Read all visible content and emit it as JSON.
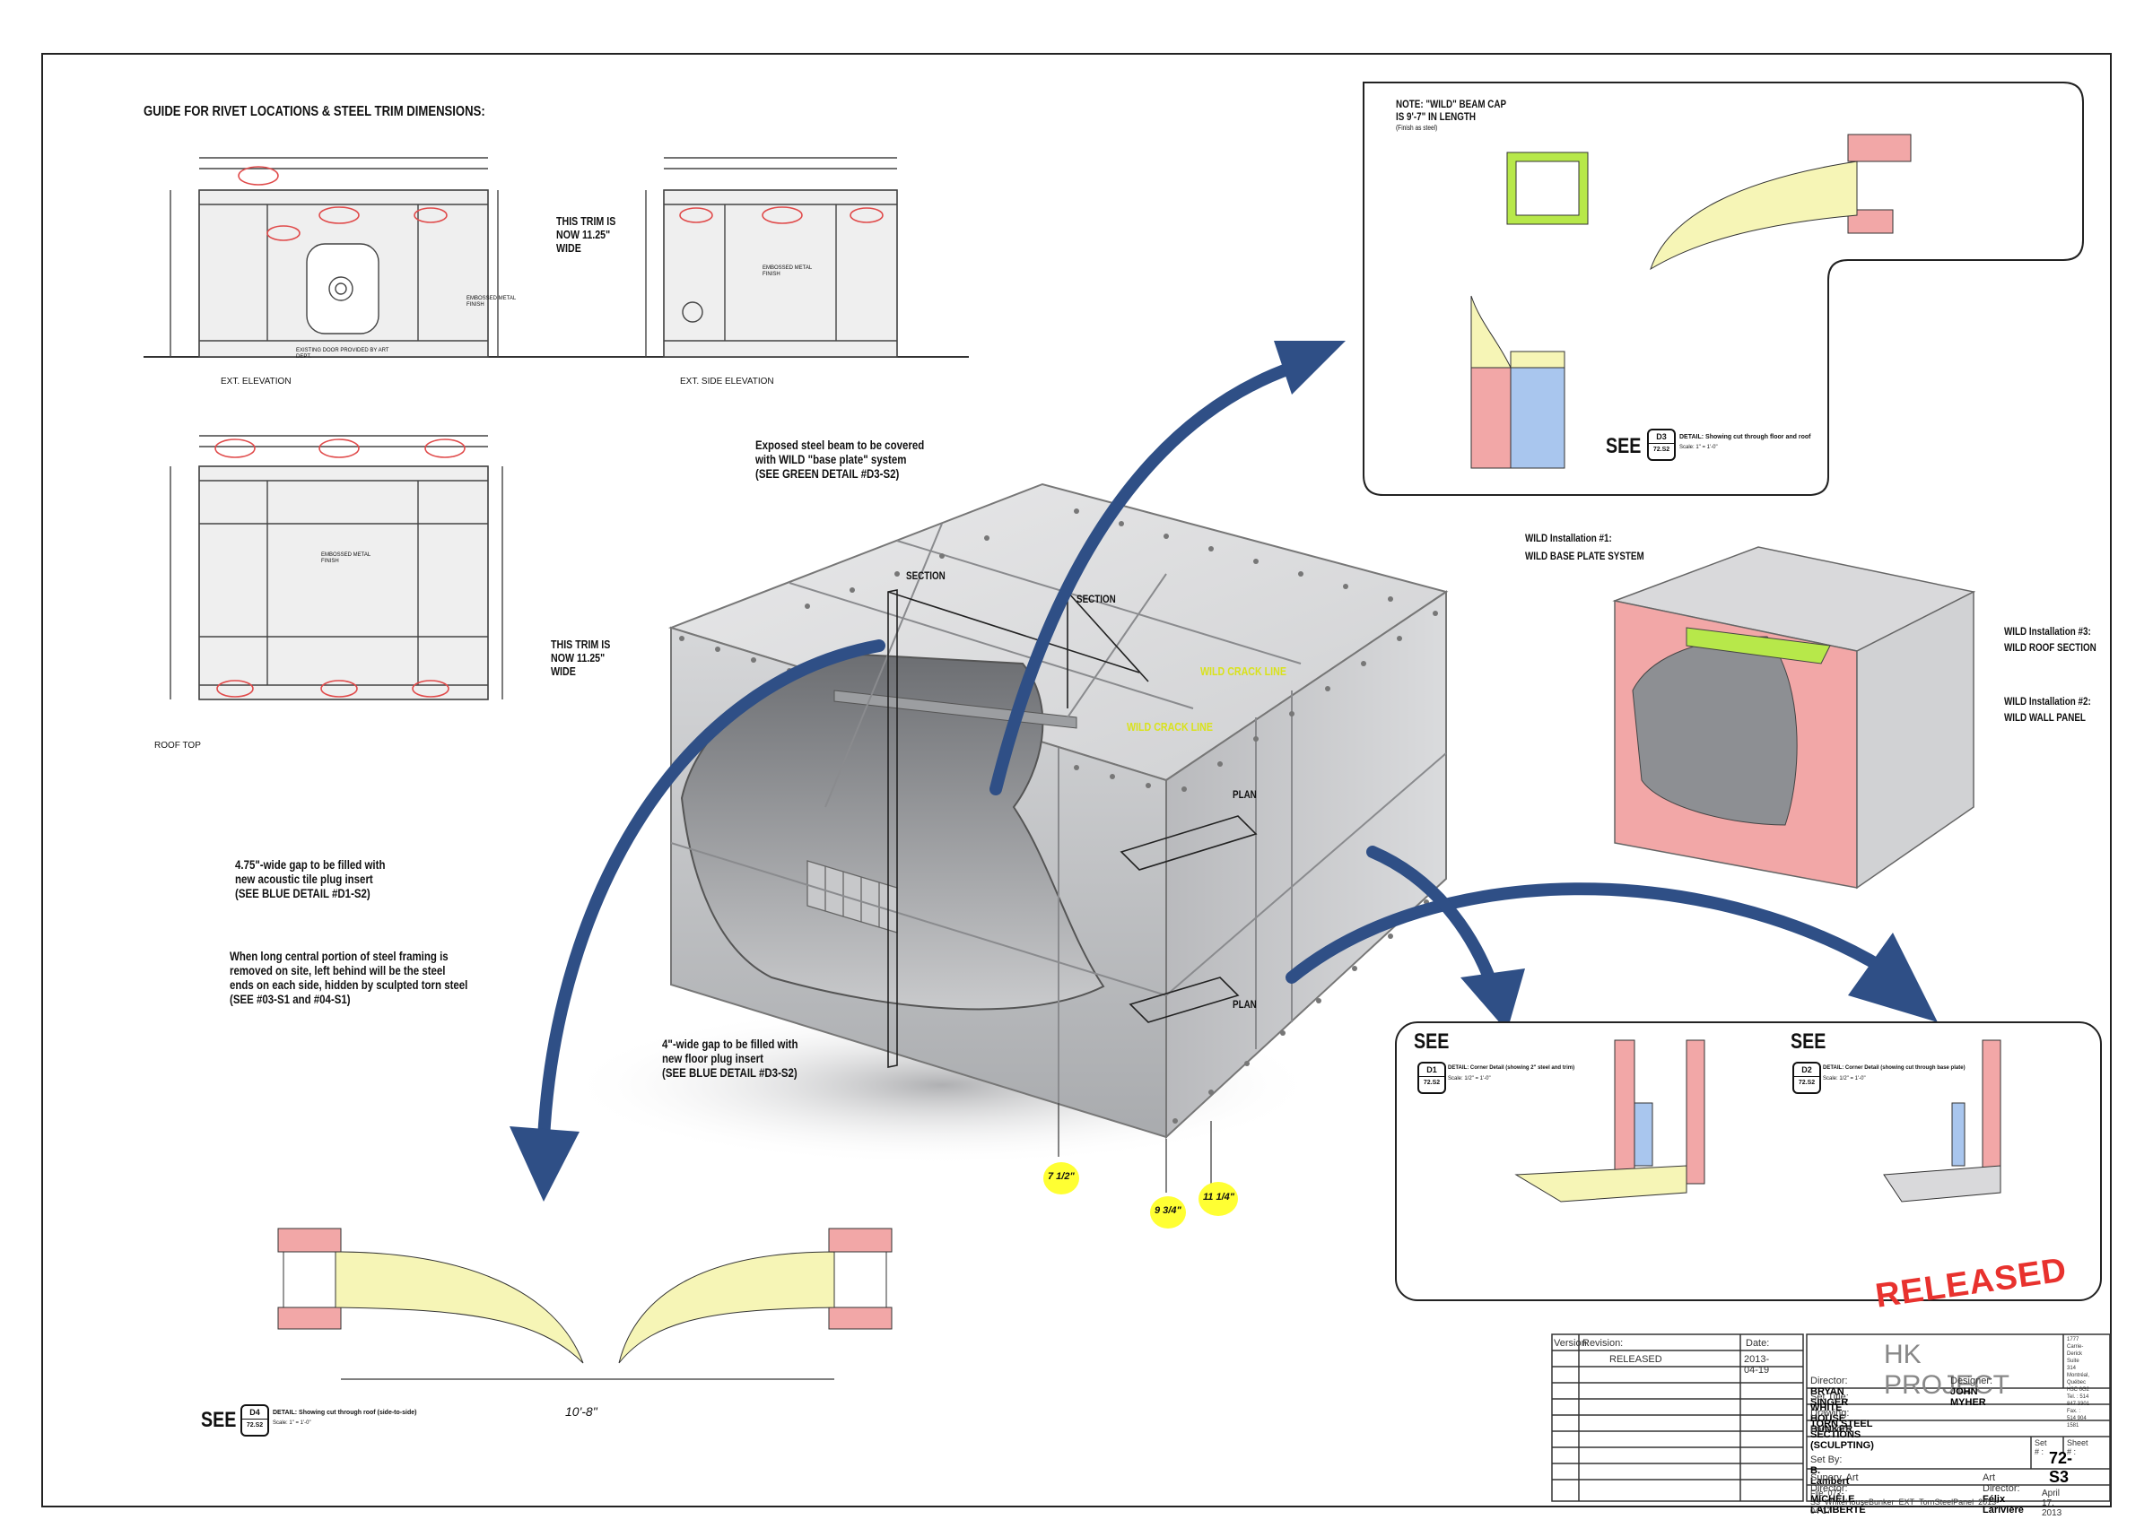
{
  "guide": {
    "title": "GUIDE FOR RIVET LOCATIONS & STEEL TRIM DIMENSIONS:",
    "ext_elevation": "EXT. ELEVATION",
    "ext_side_elevation": "EXT. SIDE ELEVATION",
    "roof_top": "ROOF TOP",
    "trim_note_1": "THIS TRIM IS NOW 11.25\" WIDE",
    "trim_note_2": "THIS TRIM IS NOW 11.25\" WIDE",
    "existing_door": "EXISTING DOOR PROVIDED BY ART DEPT.",
    "embossed_1": "EMBOSSED METAL FINISH",
    "embossed_2": "EMBOSSED METAL FINISH",
    "embossed_3": "EMBOSSED METAL FINISH"
  },
  "callouts": {
    "beam_note": [
      "Exposed steel beam to be covered",
      "with WILD \"base plate\" system",
      "(SEE GREEN DETAIL #D3-S2)"
    ],
    "gap_475": [
      "4.75\"-wide gap to be filled with",
      "new acoustic tile plug insert",
      "(SEE BLUE DETAIL #D1-S2)"
    ],
    "central_framing": [
      "When long central portion of steel framing is",
      "removed on site, left behind will be the steel",
      "ends on each side, hidden by sculpted torn steel",
      "(SEE #03-S1 and #04-S1)"
    ],
    "gap_4": [
      "4\"-wide gap to be filled with",
      "new floor plug insert",
      "(SEE BLUE DETAIL #D3-S2)"
    ],
    "section_1": "SECTION",
    "section_2": "SECTION",
    "plan_1": "PLAN",
    "plan_2": "PLAN",
    "crack_1": "WILD CRACK LINE",
    "crack_2": "WILD CRACK LINE",
    "dim_1": "7 1/2\"",
    "dim_2": "9 3/4\"",
    "dim_3": "11 1/4\""
  },
  "installations": {
    "inst_1": [
      "WILD Installation #1:",
      "WILD BASE PLATE SYSTEM"
    ],
    "inst_3": [
      "WILD Installation #3:",
      "WILD ROOF SECTION"
    ],
    "inst_2": [
      "WILD Installation #2:",
      "WILD WALL PANEL"
    ]
  },
  "detail_d3": {
    "note": [
      "NOTE: \"WILD\" BEAM CAP",
      "IS 9'-7\" IN LENGTH",
      "(Finish as steel)"
    ],
    "see": "SEE",
    "badge_top": "D3",
    "badge_bottom": "72.S2",
    "desc": "DETAIL: Showing cut through floor and roof",
    "scale": "Scale: 1\" = 1'-0\""
  },
  "detail_d1": {
    "see": "SEE",
    "badge_top": "D1",
    "badge_bottom": "72.S2",
    "desc": "DETAIL: Corner Detail (showing 2\" steel and trim)",
    "scale": "Scale: 1/2\" = 1'-0\""
  },
  "detail_d2": {
    "see": "SEE",
    "badge_top": "D2",
    "badge_bottom": "72.S2",
    "desc": "DETAIL: Corner Detail (showing cut through base plate)",
    "scale": "Scale: 1/2\" = 1'-0\""
  },
  "detail_d4": {
    "see": "SEE",
    "badge_top": "D4",
    "badge_bottom": "72.S2",
    "desc": "DETAIL: Showing cut through roof (side-to-side)",
    "scale": "Scale: 1\" = 1'-0\"",
    "dim_note": "10'-8\""
  },
  "stamp": "RELEASED",
  "title_block": {
    "version_hdr": "Version:",
    "revision_hdr": "Revision:",
    "date_hdr": "Date:",
    "revision_1": "RELEASED",
    "date_1": "2013-04-19",
    "project": "HK PROJECT",
    "address": [
      "1777 Carrie-Derick",
      "Suite 314",
      "Montréal, Québec",
      "H3C 6G2",
      "Tel. : 514 847 3301",
      "Fax. : 514 904 1581"
    ],
    "director_lbl": "Director:",
    "director": "BRYAN SINGER",
    "designer_lbl": "Designer:",
    "designer": "JOHN MYHER",
    "set_title_lbl": "Set Title:",
    "set_title": "WHITE HOUSE BUNKER",
    "drawing_lbl": "Drawing:",
    "drawing": "TORN STEEL SECTIONS (SCULPTING)",
    "location_lbl": "Location:",
    "set_no_lbl": "Set # :",
    "sheet_no_lbl": "Sheet # :",
    "sheet_no": "72-S3",
    "set_by_lbl": "Set By:",
    "set_by": "B. Lambert",
    "supv_lbl": "Superv. Art Director:",
    "supv": "MICHÈLE LALIBERTÉ",
    "art_dir_lbl": "Art Director:",
    "art_dir": "Félix Larivière",
    "file_lbl": "File:",
    "file": "072-S3_WhiteHouseBunker_EXT_TornSteelPanel_2013-04-17",
    "file_date": "April 17, 2013"
  },
  "colors": {
    "arrow": "#2f4f86",
    "pink": "#f2a7a7",
    "yellow_fill": "#f6f5b6",
    "green": "#b7e84a",
    "blue_fill": "#a9c6ee",
    "red_stamp": "#e8322e",
    "highlight": "#ffff33"
  }
}
